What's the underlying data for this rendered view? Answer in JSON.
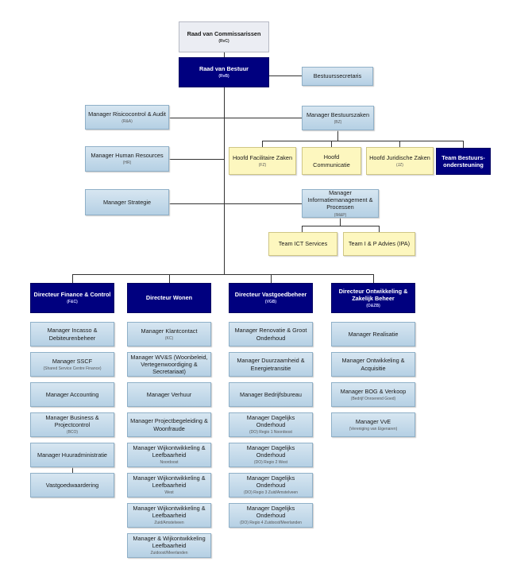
{
  "top": {
    "rvc": {
      "title": "Raad van Commissarissen",
      "abbr": "(RvC)"
    },
    "rvb": {
      "title": "Raad van Bestuur",
      "abbr": "(RvB)"
    },
    "secretaris": {
      "title": "Bestuurssecretaris"
    }
  },
  "staff": {
    "risico": {
      "title": "Manager Risicocontrol & Audit",
      "abbr": "(R&A)"
    },
    "hr": {
      "title": "Manager Human Resources",
      "abbr": "(HR)"
    },
    "strategie": {
      "title": "Manager Strategie"
    },
    "bestuurszaken": {
      "title": "Manager Bestuurszaken",
      "abbr": "(BZ)"
    },
    "imp": {
      "title": "Manager Informatiemanagement & Processen",
      "abbr": "(IM&P)"
    }
  },
  "bz_units": [
    {
      "title": "Hoofd Facilitaire Zaken",
      "abbr": "(FZ)"
    },
    {
      "title": "Hoofd Communicatie",
      "abbr": ""
    },
    {
      "title": "Hoofd Juridische Zaken",
      "abbr": "(JZ)"
    },
    {
      "title": "Team Bestuurs-ondersteuning",
      "abbr": ""
    }
  ],
  "imp_units": [
    {
      "title": "Team ICT Services"
    },
    {
      "title": "Team I & P Advies (IPA)"
    }
  ],
  "directors": [
    {
      "title": "Directeur Finance & Control",
      "abbr": "(F&C)",
      "managers": [
        {
          "title": "Manager Incasso & Debiteurenbeheer",
          "sub": ""
        },
        {
          "title": "Manager SSCF",
          "sub": "(Shared Service Centre Finance)"
        },
        {
          "title": "Manager Accounting",
          "sub": ""
        },
        {
          "title": "Manager Business & Projectcontrol",
          "sub": "(BCO)"
        },
        {
          "title": "Manager Huuradministratie",
          "sub": ""
        },
        {
          "title": "Vastgoedwaardering",
          "sub": ""
        }
      ]
    },
    {
      "title": "Directeur Wonen",
      "abbr": "",
      "managers": [
        {
          "title": "Manager Klantcontact",
          "sub": "(KC)"
        },
        {
          "title": "Manager WV&S (Woonbeleid, Vertegenwoordiging & Secretariaat)",
          "sub": ""
        },
        {
          "title": "Manager Verhuur",
          "sub": ""
        },
        {
          "title": "Manager Projectbegeleiding & Woonfraude",
          "sub": ""
        },
        {
          "title": "Manager Wijkontwikkeling & Leefbaarheid",
          "sub": "Noordoost"
        },
        {
          "title": "Manager Wijkontwikkeling & Leefbaarheid",
          "sub": "West"
        },
        {
          "title": "Manager Wijkontwikkeling & Leefbaarheid",
          "sub": "Zuid/Amstelveen"
        },
        {
          "title": "Manager & Wijkontwikkeling Leefbaarheid",
          "sub": "Zuidoost/Meerlanden"
        }
      ]
    },
    {
      "title": "Directeur Vastgoedbeheer",
      "abbr": "(VGB)",
      "managers": [
        {
          "title": "Manager Renovatie & Groot Onderhoud",
          "sub": ""
        },
        {
          "title": "Manager Duurzaamheid & Energietransitie",
          "sub": ""
        },
        {
          "title": "Manager Bedrijfsbureau",
          "sub": ""
        },
        {
          "title": "Manager Dagelijks Onderhoud",
          "sub": "(DO) Regio 1 Noordoost"
        },
        {
          "title": "Manager Dagelijks Onderhoud",
          "sub": "(DO) Regio 2 West"
        },
        {
          "title": "Manager Dagelijks Onderhoud",
          "sub": "(DO) Regio 3 Zuid/Amstelveen"
        },
        {
          "title": "Manager Dagelijks Onderhoud",
          "sub": "(DO) Regio 4 Zuidoost/Meerlanden"
        }
      ]
    },
    {
      "title": "Directeur Ontwikkeling & Zakelijk Beheer",
      "abbr": "(O&ZB)",
      "managers": [
        {
          "title": "Manager Realisatie",
          "sub": ""
        },
        {
          "title": "Manager Ontwikkeling & Acquisitie",
          "sub": ""
        },
        {
          "title": "Manager BOG & Verkoop",
          "sub": "(Bedrijf Onroerend Goed)"
        },
        {
          "title": "Manager VvE",
          "sub": "(Vereniging van Eigenaren)"
        }
      ]
    }
  ],
  "colors": {
    "navy": "#00007f",
    "light_blue": "#c6dbeb",
    "yellow": "#fdf7bf",
    "grey": "#ebedf3"
  }
}
